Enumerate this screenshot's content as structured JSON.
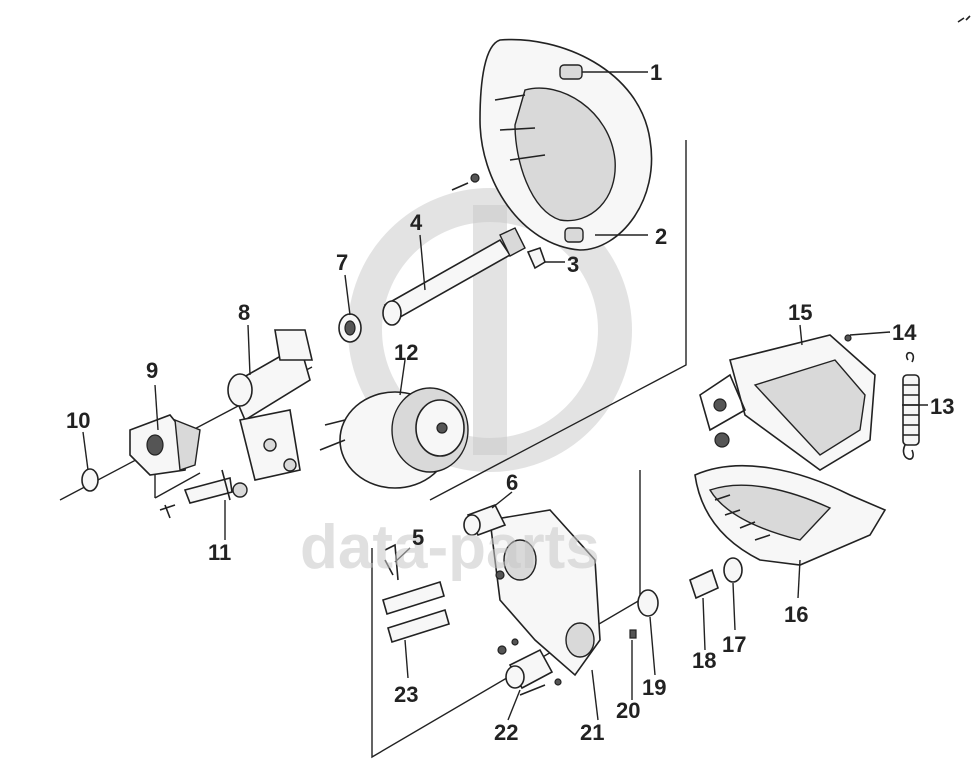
{
  "watermark": {
    "brand": "data-parts"
  },
  "callouts": [
    {
      "id": "1",
      "label": "1"
    },
    {
      "id": "2",
      "label": "2"
    },
    {
      "id": "3",
      "label": "3"
    },
    {
      "id": "4",
      "label": "4"
    },
    {
      "id": "5",
      "label": "5"
    },
    {
      "id": "6",
      "label": "6"
    },
    {
      "id": "7",
      "label": "7"
    },
    {
      "id": "8",
      "label": "8"
    },
    {
      "id": "9",
      "label": "9"
    },
    {
      "id": "10",
      "label": "10"
    },
    {
      "id": "11",
      "label": "11"
    },
    {
      "id": "12",
      "label": "12"
    },
    {
      "id": "13",
      "label": "13"
    },
    {
      "id": "14",
      "label": "14"
    },
    {
      "id": "15",
      "label": "15"
    },
    {
      "id": "16",
      "label": "16"
    },
    {
      "id": "17",
      "label": "17"
    },
    {
      "id": "18",
      "label": "18"
    },
    {
      "id": "19",
      "label": "19"
    },
    {
      "id": "20",
      "label": "20"
    },
    {
      "id": "21",
      "label": "21"
    },
    {
      "id": "22",
      "label": "22"
    },
    {
      "id": "23",
      "label": "23"
    }
  ],
  "colors": {
    "ink": "#222222",
    "watermark": "#c8c8c8",
    "background": "#ffffff"
  }
}
